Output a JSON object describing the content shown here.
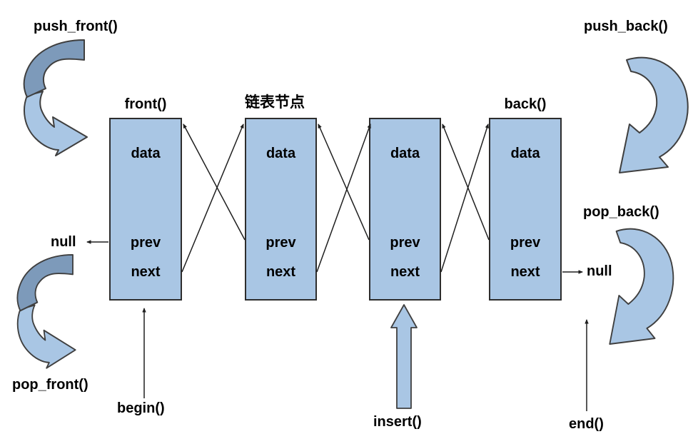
{
  "labels": {
    "push_front": "push_front()",
    "pop_front": "pop_front()",
    "push_back": "push_back()",
    "pop_back": "pop_back()",
    "front": "front()",
    "back": "back()",
    "begin": "begin()",
    "end": "end()",
    "insert": "insert()",
    "node_title": "链表节点",
    "null_left": "null",
    "null_right": "null"
  },
  "nodes": [
    {
      "data": "data",
      "prev": "prev",
      "next": "next"
    },
    {
      "data": "data",
      "prev": "prev",
      "next": "next"
    },
    {
      "data": "data",
      "prev": "prev",
      "next": "next"
    },
    {
      "data": "data",
      "prev": "prev",
      "next": "next"
    }
  ],
  "colors": {
    "node_fill": "#a9c6e4",
    "node_border": "#2d2d2d",
    "ribbon_light": "#a9c6e4",
    "ribbon_dark": "#7d9aba",
    "outline": "#3f3f3f",
    "line": "#1f1f1f",
    "background": "#ffffff"
  }
}
